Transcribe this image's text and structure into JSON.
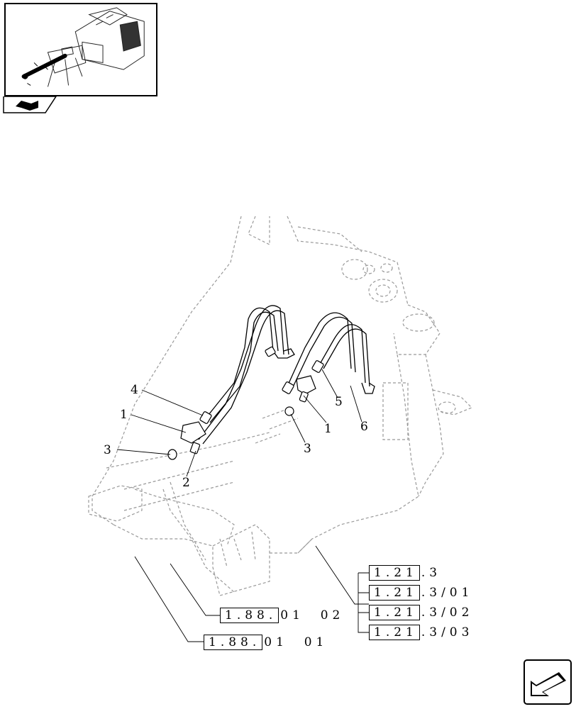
{
  "callouts": {
    "c1a": "1",
    "c1b": "1",
    "c2": "2",
    "c3a": "3",
    "c3b": "3",
    "c4": "4",
    "c5": "5",
    "c6": "6"
  },
  "refs": [
    {
      "boxed": "1.21",
      "suffix": ".3"
    },
    {
      "boxed": "1.21",
      "suffix": ".3/01"
    },
    {
      "boxed": "1.21",
      "suffix": ".3/02"
    },
    {
      "boxed": "1.21",
      "suffix": ".3/03"
    },
    {
      "boxed": "1.88.",
      "suffix": "01  02"
    },
    {
      "boxed": "1.88.",
      "suffix": "01  01"
    }
  ],
  "icons": {
    "thumbnail": "machine-overview-thumbnail",
    "tab": "previous-page-arrow-icon",
    "nav": "next-page-arrow-icon"
  }
}
